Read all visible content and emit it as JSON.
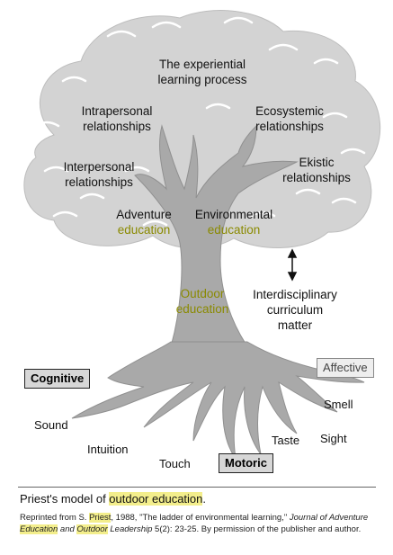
{
  "canopy": {
    "top": "The experiential\nlearning process",
    "intrapersonal": "Intrapersonal\nrelationships",
    "interpersonal": "Interpersonal\nrelationships",
    "ecosystemic": "Ecosystemic\nrelationships",
    "ekistic": "Ekistic\nrelationships",
    "adventure_1": "Adventure",
    "adventure_2": "education",
    "environmental_1": "Environmental",
    "environmental_2": "education"
  },
  "trunk": {
    "outdoor_1": "Outdoor",
    "outdoor_2": "education",
    "interdisciplinary": "Interdisciplinary\ncurriculum\nmatter"
  },
  "domains": {
    "cognitive": "Cognitive",
    "affective": "Affective",
    "motoric": "Motoric"
  },
  "senses": {
    "sound": "Sound",
    "intuition": "Intuition",
    "touch": "Touch",
    "taste": "Taste",
    "sight": "Sight",
    "smell": "Smell"
  },
  "caption": {
    "title_prefix": "Priest's model of ",
    "title_highlight": "outdoor education",
    "title_suffix": ".",
    "credit_1": "Reprinted from S. ",
    "credit_priest": "Priest",
    "credit_2": ", 1988, \"The ladder of environmental learning,\" ",
    "credit_journal_1": "Journal of Adventure ",
    "credit_education": "Education",
    "credit_and": " and ",
    "credit_outdoor": "Outdoor",
    "credit_leadership": " Leadership",
    "credit_3": " 5(2): 23-25. By permission of the publisher and author."
  },
  "colors": {
    "canopy": "#d3d3d3",
    "trunk": "#a9a9a9",
    "highlight": "#f3ee8c"
  }
}
